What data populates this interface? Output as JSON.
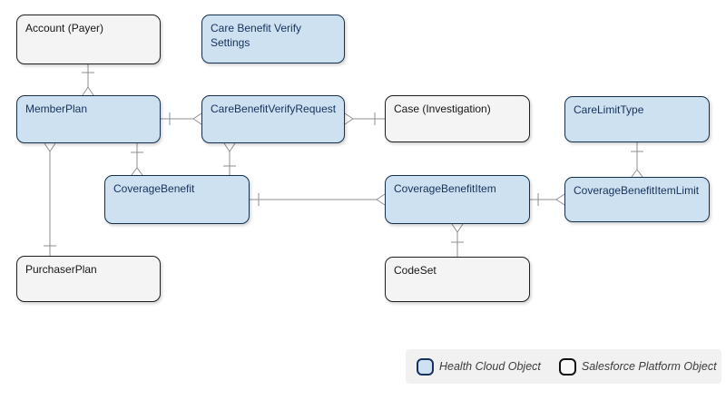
{
  "entities": [
    {
      "id": "account-payer",
      "label": "Account (Payer)",
      "type": "salesforce-platform"
    },
    {
      "id": "care-benefit-verify-settings",
      "label": "Care Benefit Verify Settings",
      "type": "health-cloud"
    },
    {
      "id": "member-plan",
      "label": "MemberPlan",
      "type": "health-cloud"
    },
    {
      "id": "care-benefit-verify-request",
      "label": "CareBenefitVerifyRequest",
      "type": "health-cloud"
    },
    {
      "id": "case-investigation",
      "label": "Case (Investigation)",
      "type": "salesforce-platform"
    },
    {
      "id": "care-limit-type",
      "label": "CareLimitType",
      "type": "health-cloud"
    },
    {
      "id": "coverage-benefit",
      "label": "CoverageBenefit",
      "type": "health-cloud"
    },
    {
      "id": "coverage-benefit-item",
      "label": "CoverageBenefitItem",
      "type": "health-cloud"
    },
    {
      "id": "coverage-benefit-item-limit",
      "label": "CoverageBenefitItemLimit",
      "type": "health-cloud"
    },
    {
      "id": "purchaser-plan",
      "label": "PurchaserPlan",
      "type": "salesforce-platform"
    },
    {
      "id": "code-set",
      "label": "CodeSet",
      "type": "salesforce-platform"
    }
  ],
  "relationships": [
    {
      "one_side": "Account (Payer)",
      "many_side": "MemberPlan",
      "cardinality": "one-to-many"
    },
    {
      "one_side": "MemberPlan",
      "many_side": "CareBenefitVerifyRequest",
      "cardinality": "one-to-many"
    },
    {
      "one_side": "Case (Investigation)",
      "many_side": "CareBenefitVerifyRequest",
      "cardinality": "one-to-many"
    },
    {
      "one_side": "PurchaserPlan",
      "many_side": "MemberPlan",
      "cardinality": "one-to-many"
    },
    {
      "one_side": "MemberPlan",
      "many_side": "CoverageBenefit",
      "cardinality": "one-to-many"
    },
    {
      "one_side": "CoverageBenefit",
      "many_side": "CareBenefitVerifyRequest",
      "cardinality": "one-to-many"
    },
    {
      "one_side": "CareLimitType",
      "many_side": "CoverageBenefitItemLimit",
      "cardinality": "one-to-many"
    },
    {
      "one_side": "CoverageBenefit",
      "many_side": "CoverageBenefitItem",
      "cardinality": "one-to-many"
    },
    {
      "one_side": "CoverageBenefitItem",
      "many_side": "CoverageBenefitItemLimit",
      "cardinality": "one-to-many"
    },
    {
      "one_side": "CodeSet",
      "many_side": "CoverageBenefitItem",
      "cardinality": "one-to-many"
    }
  ],
  "legend": {
    "items": [
      {
        "label": "Health Cloud Object",
        "swatch_fill": "#CDE1F0",
        "swatch_border": "#16325C"
      },
      {
        "label": "Salesforce Platform Object",
        "swatch_fill": "#F7F7F7",
        "swatch_border": "#111111"
      }
    ]
  },
  "colors": {
    "health_cloud_fill": "#CDE1F0",
    "health_cloud_border": "#14304E",
    "health_cloud_text": "#16325C",
    "platform_fill": "#F4F4F4",
    "platform_border": "#1F1F1F",
    "platform_text": "#161616",
    "connector": "#8F8F8F",
    "legend_background": "#F1F1F1",
    "page_background": "#FFFFFF"
  }
}
